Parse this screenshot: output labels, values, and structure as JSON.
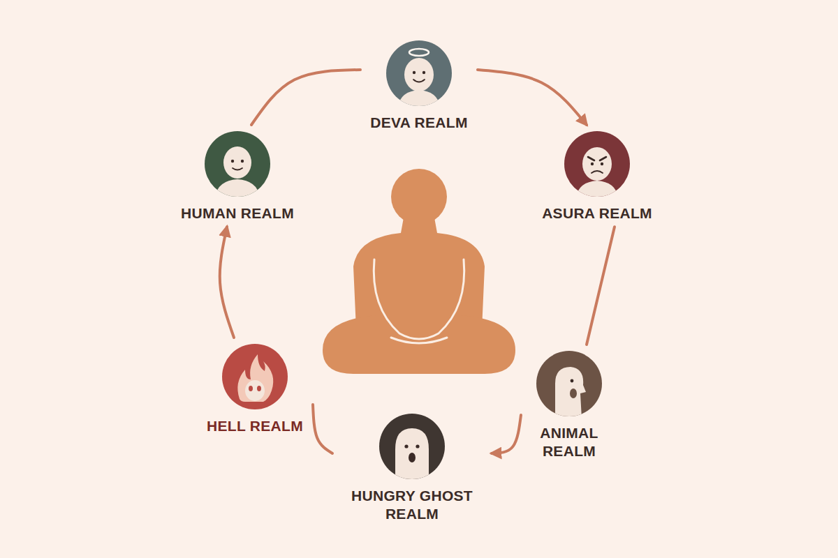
{
  "diagram": {
    "nodes": [
      {
        "text": [
          "DEVA REALM"
        ]
      },
      {
        "text": [
          "ASURA REALM"
        ]
      },
      {
        "text": [
          "ANIMAL REALM"
        ]
      },
      {
        "text": [
          "HUNGRY GHOST REALM"
        ]
      },
      {
        "text": [
          "HELL REALM"
        ]
      },
      {
        "text": [
          "HUMAN REALM"
        ]
      }
    ],
    "edges": [
      {
        "from": 0,
        "to": 1,
        "arrow": "to"
      },
      {
        "from": 1,
        "to": 2,
        "arrow": "none"
      },
      {
        "from": 2,
        "to": 3,
        "arrow": "to"
      },
      {
        "from": 3,
        "to": 4,
        "arrow": "none"
      },
      {
        "from": 4,
        "to": 5,
        "arrow": "to"
      },
      {
        "from": 5,
        "to": 0,
        "arrow": "none"
      }
    ]
  }
}
